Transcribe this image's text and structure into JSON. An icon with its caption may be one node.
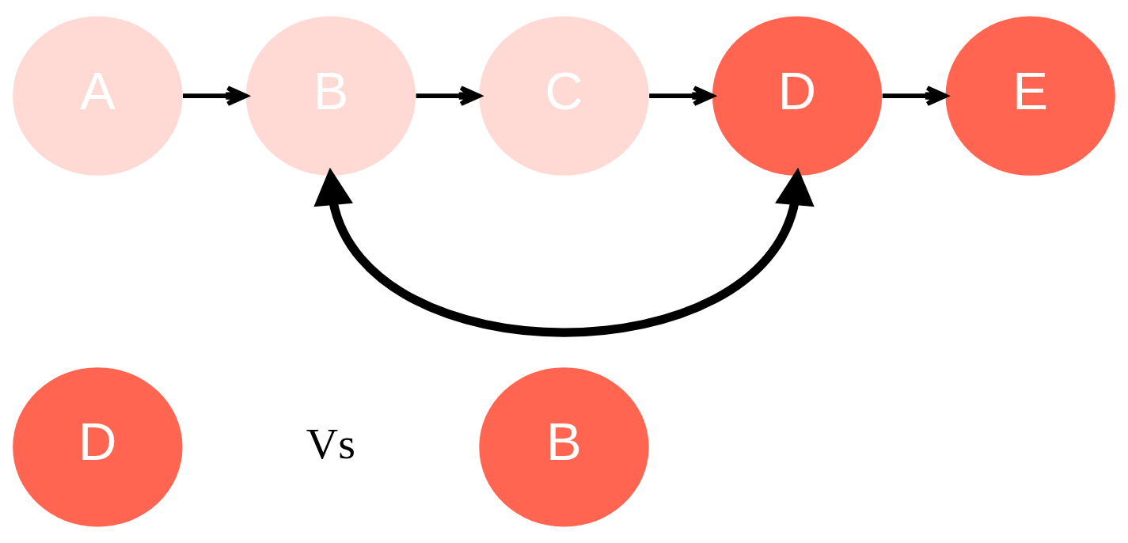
{
  "diagram": {
    "nodes": [
      {
        "text": [
          "A"
        ]
      },
      {
        "text": [
          "B"
        ]
      },
      {
        "text": [
          "C"
        ]
      },
      {
        "text": [
          "D"
        ]
      },
      {
        "text": [
          "E"
        ]
      },
      {
        "text": [
          "D"
        ]
      },
      {
        "text": [
          "B"
        ]
      }
    ],
    "edges": [
      {
        "from": 0,
        "to": 1,
        "arrow": "to"
      },
      {
        "from": 1,
        "to": 2,
        "arrow": "to"
      },
      {
        "from": 2,
        "to": 3,
        "arrow": "to"
      },
      {
        "from": 3,
        "to": 4,
        "arrow": "to"
      },
      {
        "from": 1,
        "to": 3,
        "arrow": "both",
        "style": "thick"
      }
    ],
    "labels": [
      "Vs"
    ]
  }
}
